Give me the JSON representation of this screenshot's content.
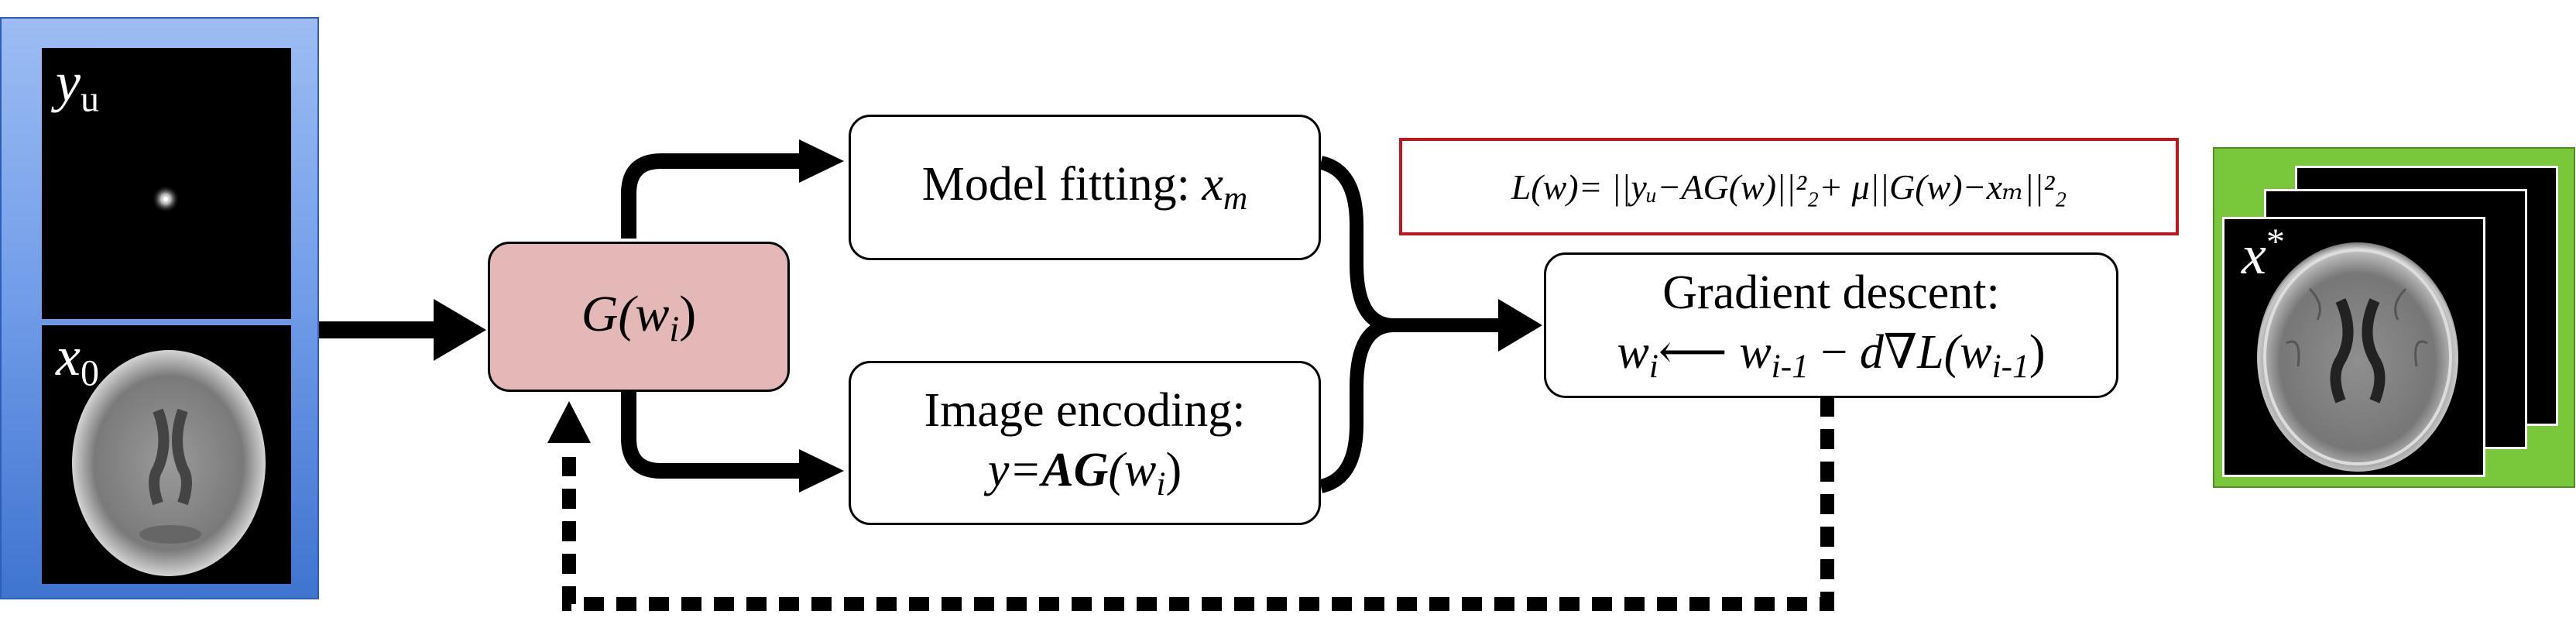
{
  "input_panel": {
    "top_label_var": "y",
    "top_label_sub": "u",
    "bottom_label_var": "x",
    "bottom_label_sub": "0"
  },
  "generator": {
    "text": "G(w",
    "sub": "i",
    "close": ")"
  },
  "model_fitting": {
    "label": "Model fitting: ",
    "var": "x",
    "sub": "m"
  },
  "image_encoding": {
    "line1": "Image encoding:",
    "y_eq": "y=",
    "ag": "AG",
    "w_open": "(w",
    "w_sub": "i",
    "w_close": ")"
  },
  "gradient_descent": {
    "line1": "Gradient descent:",
    "w": "w",
    "w_sub": "i",
    "arrow": "⟵",
    "w_prev": " w",
    "w_prev_sub": "i-1",
    "minus": " − ",
    "d": "d",
    "nabla_l": "∇L(w",
    "nabla_sub": "i-1",
    "close": ")"
  },
  "loss": {
    "text": "L(w)= ||yᵤ−AG(w)||²₂+ μ||G(w)−xₘ||²₂"
  },
  "output_panel": {
    "label_var": "x",
    "label_sup": "*"
  },
  "colors": {
    "input_panel": "#6f9be8",
    "generator_fill": "#e5b8b8",
    "loss_border": "#c0161e",
    "output_panel": "#79c83b"
  }
}
